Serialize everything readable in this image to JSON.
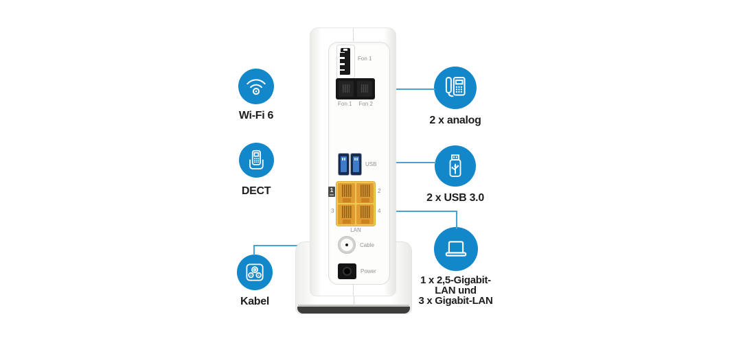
{
  "colors": {
    "accent_blue": "#1287c9",
    "line_blue": "#47a1d6",
    "label_text": "#1d1d1b",
    "port_label_text": "#90928a",
    "lan_frame": "#eec651",
    "lan_port": "#e09b33",
    "usb_navy": "#182a4e",
    "usb_blue": "#3e7cc9"
  },
  "features_left": [
    {
      "id": "wifi",
      "icon": "wifi-icon",
      "label": "Wi-Fi 6"
    },
    {
      "id": "dect",
      "icon": "dect-phone-icon",
      "label": "DECT"
    },
    {
      "id": "kabel",
      "icon": "cable-socket-icon",
      "label": "Kabel"
    }
  ],
  "features_right": [
    {
      "id": "analog",
      "icon": "desk-phone-icon",
      "label": "2 x analog"
    },
    {
      "id": "usb",
      "icon": "usb-stick-icon",
      "label": "2 x USB 3.0"
    },
    {
      "id": "lan",
      "icon": "laptop-icon",
      "label_lines": [
        "1 x 2,5-Gigabit-",
        "LAN und",
        "3 x Gigabit-LAN"
      ]
    }
  ],
  "router": {
    "tae_label": "Fon 1",
    "fon_ports": [
      "Fon 1",
      "Fon 2"
    ],
    "usb_label": "USB",
    "lan": {
      "port_numbers": [
        "1",
        "2",
        "3",
        "4"
      ],
      "label": "LAN"
    },
    "cable_label": "Cable",
    "power_label": "Power"
  }
}
